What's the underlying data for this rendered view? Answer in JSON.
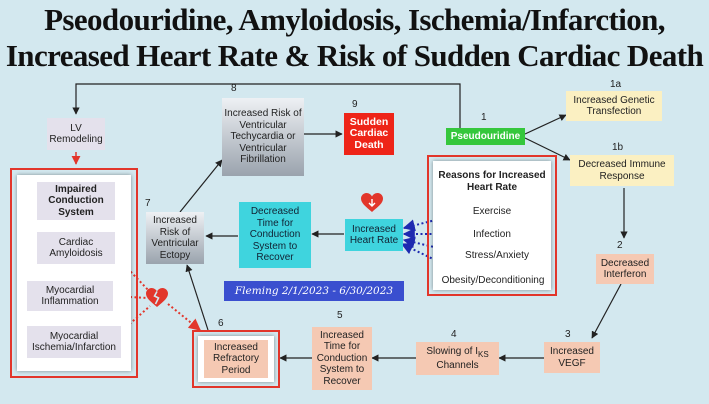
{
  "title": {
    "line1": "Pseodouridine, Amyloidosis, Ischemia/Infarction,",
    "line2": "Increased Heart Rate & Risk of Sudden Cardiac Death"
  },
  "numbers": {
    "n1": "1",
    "n1a": "1a",
    "n1b": "1b",
    "n2": "2",
    "n3": "3",
    "n4": "4",
    "n5": "5",
    "n6": "6",
    "n7": "7",
    "n8": "8",
    "n9": "9"
  },
  "boxes": {
    "pseudouridine": "Pseudouridine",
    "genetic_transfection": "Increased Genetic Transfection",
    "decreased_immune": "Decreased Immune Response",
    "decreased_interferon": "Decreased Interferon",
    "increased_vegf": "Increased VEGF",
    "slowing_iks_prefix": "Slowing of I",
    "slowing_iks_sub": "KS",
    "slowing_iks_suffix": "Channels",
    "increased_time": "Increased Time for Conduction System to Recover",
    "refractory": "Increased Refractory Period",
    "ectopy": "Increased Risk of Ventricular Ectopy",
    "tachycardia": "Increased Risk of Ventricular Techycardia or Ventricular Fibrillation",
    "sudden_death": "Sudden Cardiac Death",
    "decreased_time": "Decreased Time for Conduction System to Recover",
    "heart_rate": "Increased Heart Rate",
    "lv_remodeling": "LV Remodeling"
  },
  "reasons": {
    "heading": "Reasons for Increased Heart Rate",
    "items": [
      "Exercise",
      "Infection",
      "Stress/Anxiety",
      "Obesity/Deconditioning"
    ]
  },
  "conduction": {
    "heading": "Impaired Conduction System",
    "items": [
      "Cardiac Amyloidosis",
      "Myocardial Inflammation",
      "Myocardial Ischemia/Infarction"
    ]
  },
  "signature": "Fleming 2/1/2023 - 6/30/2023",
  "colors": {
    "background": "#d3e8ef",
    "frame_red": "#e2362b",
    "pseudouridine_green": "#35c73c",
    "death_red": "#ee2418",
    "heart_rate_cyan": "#3fd4de",
    "signature_blue": "#3a4fcf",
    "peach": "#f5c9b3",
    "yellow": "#fbf0c2"
  },
  "icons": [
    "heart-icon",
    "broken-heart-icon"
  ]
}
